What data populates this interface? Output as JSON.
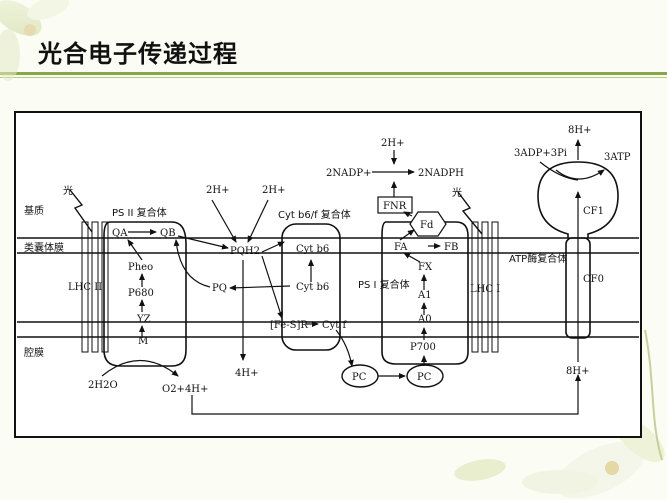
{
  "slide": {
    "title": "光合电子传递过程"
  },
  "labels": {
    "matrix": "基质",
    "thylakoid_membrane": "类囊体膜",
    "lumen": "腔膜",
    "light": "光",
    "lhc2": "LHC II",
    "lhc1": "LHC I",
    "ps2_complex": "PS II 复合体",
    "cytb6f_complex": "Cyt b6/f 复合体",
    "ps1_complex": "PS I 复合体",
    "atp_synthase": "ATP酶复合体"
  },
  "components": {
    "qa": "QA",
    "qb": "QB",
    "pheo": "Pheo",
    "p680": "P680",
    "yz": "YZ",
    "m": "M",
    "pqh2": "PQH2",
    "pq": "PQ",
    "cytb6_upper": "Cyt b6",
    "cytb6_lower": "Cyt b6",
    "fes": "[Fe-S]R",
    "cytf": "Cyt f",
    "pc_free": "PC",
    "pc_bound": "PC",
    "fnr": "FNR",
    "fd": "Fd",
    "fa": "FA",
    "fb": "FB",
    "fx": "FX",
    "a1": "A1",
    "a0": "A0",
    "p700": "P700",
    "cf1": "CF1",
    "cf0": "CF0"
  },
  "species": {
    "two_h_stroma_1": "2H+",
    "two_h_stroma_2": "2H+",
    "four_h_lumen": "4H+",
    "water": "2H2O",
    "oxygen": "O2+4H+",
    "two_h_fnr": "2H+",
    "nadp": "2NADP+",
    "nadph": "2NADPH",
    "adp": "3ADP+3Pi",
    "atp": "3ATP",
    "eight_h_top": "8H+",
    "eight_h_bottom": "8H+"
  }
}
